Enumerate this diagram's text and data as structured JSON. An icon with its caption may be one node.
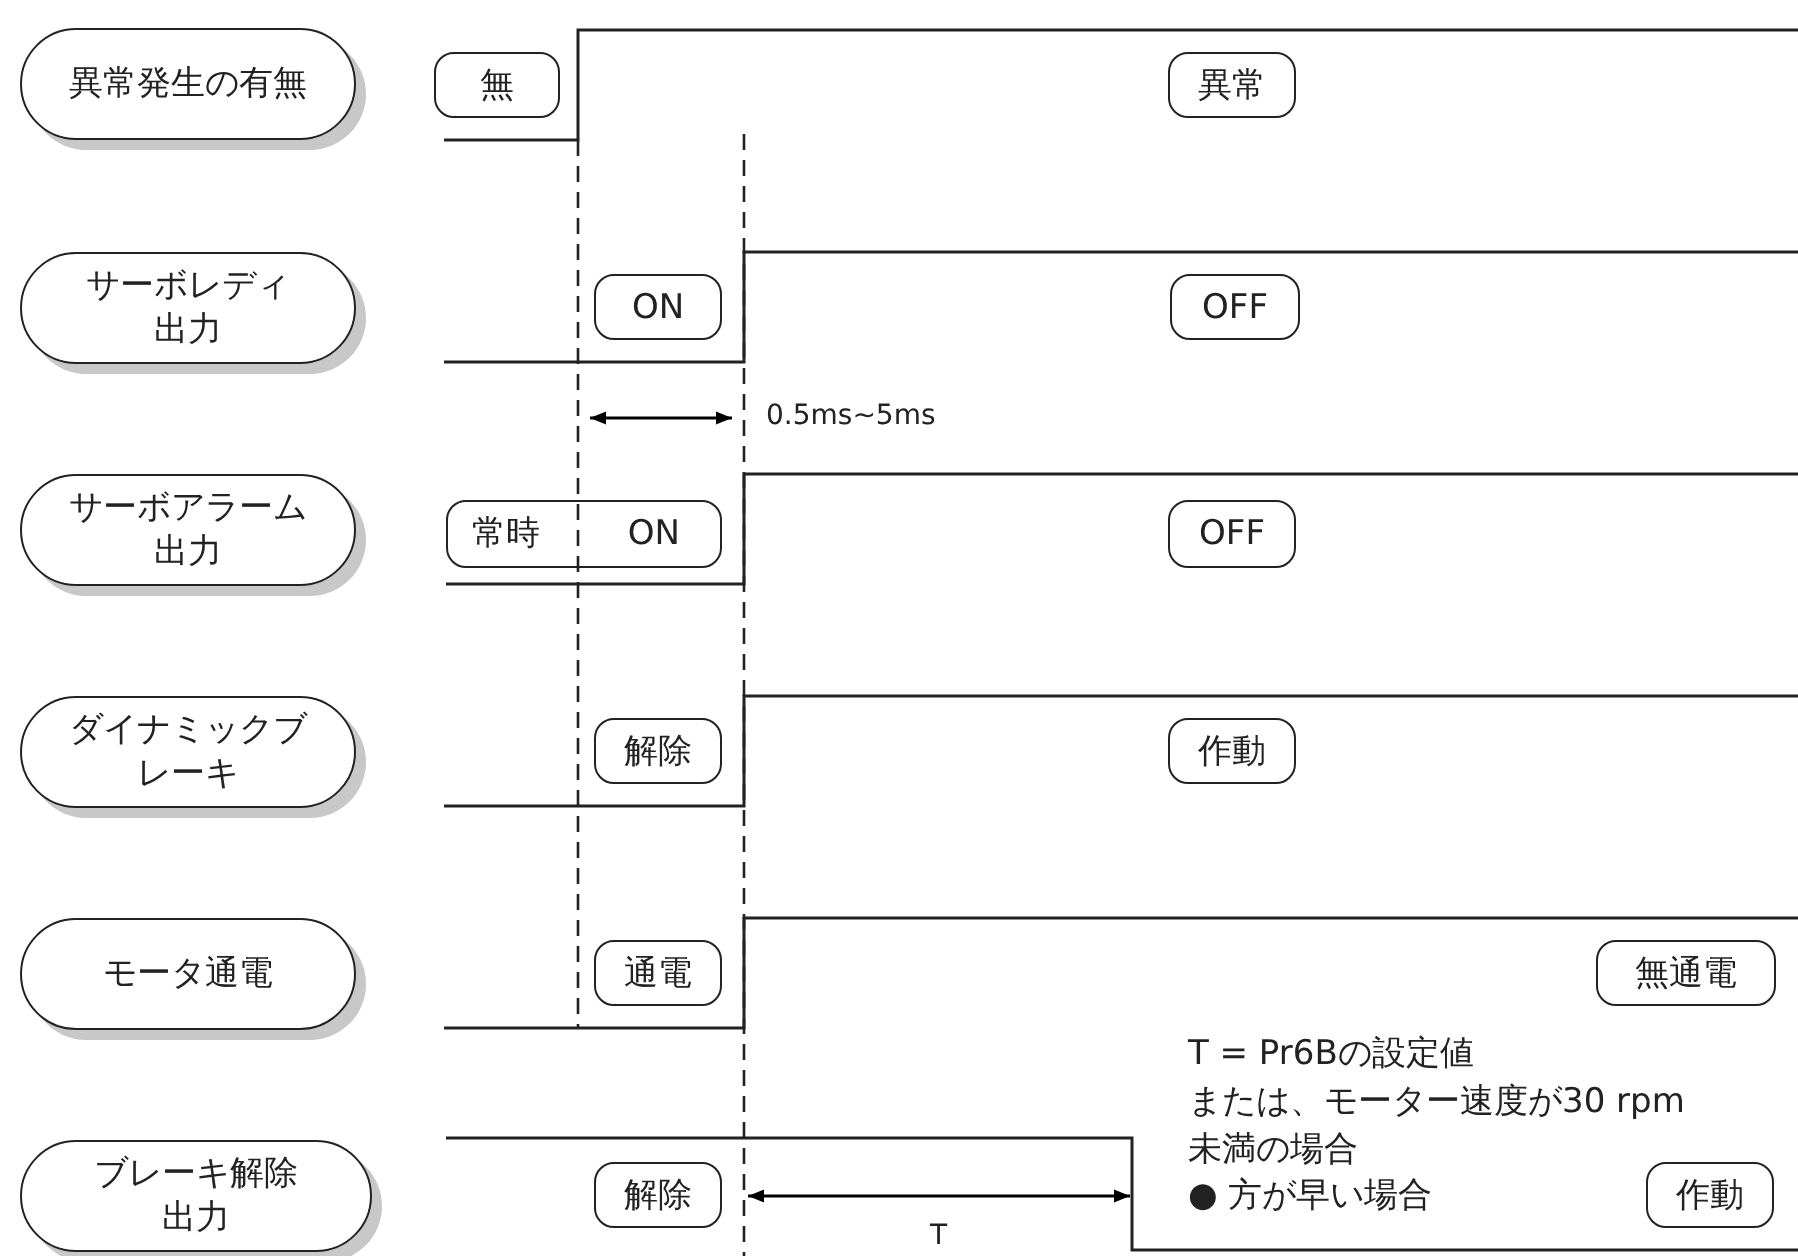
{
  "diagram": {
    "nodes": [
      {
        "text": [
          "異常発生の有無"
        ]
      },
      {
        "text": [
          "無"
        ]
      },
      {
        "text": [
          "異常"
        ]
      },
      {
        "text": [
          "サーボレディ出力"
        ]
      },
      {
        "text": [
          "ON"
        ]
      },
      {
        "text": [
          "OFF"
        ]
      },
      {
        "text": [
          "サーボアラーム出力"
        ]
      },
      {
        "text": [
          "常時",
          "ON"
        ]
      },
      {
        "text": [
          "OFF"
        ]
      },
      {
        "text": [
          "ダイナミックブレーキ"
        ]
      },
      {
        "text": [
          "解除"
        ]
      },
      {
        "text": [
          "作動"
        ]
      },
      {
        "text": [
          "モータ通電"
        ]
      },
      {
        "text": [
          "通電"
        ]
      },
      {
        "text": [
          "無通電"
        ]
      },
      {
        "text": [
          "ブレーキ解除出力"
        ]
      },
      {
        "text": [
          "解除"
        ]
      },
      {
        "text": [
          "作動"
        ]
      }
    ],
    "labels": [
      "0.5ms~5ms",
      "T = Pr6Bの設定値",
      "または、モーター速度が30 rpm",
      "未満の場合",
      "● 方が早い場合",
      "T"
    ]
  }
}
